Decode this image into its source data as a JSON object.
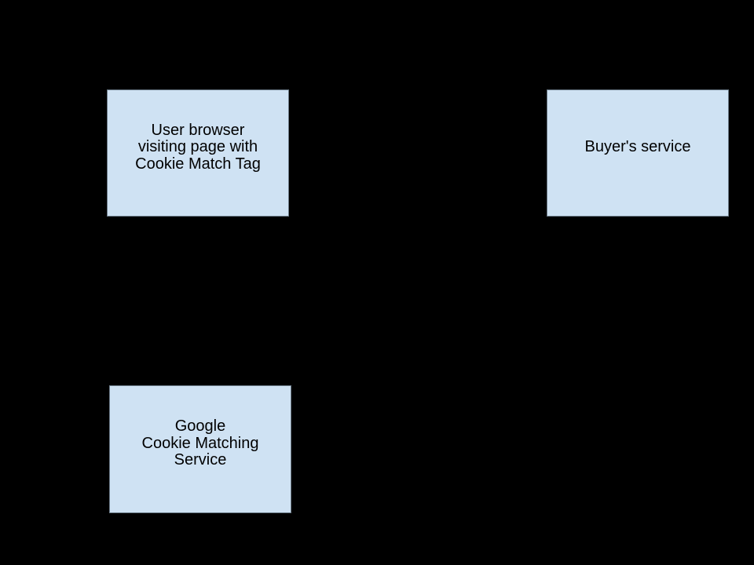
{
  "canvas": {
    "background_color": "#000000"
  },
  "diagram": {
    "description_colors": {
      "node_fill": "#cfe2f3",
      "node_border": "#6b7a87",
      "node_text": "#000000"
    },
    "boxes": [
      {
        "id": "user-browser",
        "fill": "#cfe2f3",
        "border": "#6b7a87",
        "lines": [
          "User browser",
          "visiting page with",
          "Cookie Match Tag"
        ]
      },
      {
        "id": "buyers-service",
        "fill": "#cfe2f3",
        "border": "#6b7a87",
        "lines": [
          "Buyer's service"
        ]
      },
      {
        "id": "google-cookie-matching-service",
        "fill": "#cfe2f3",
        "border": "#6b7a87",
        "lines": [
          "Google",
          "Cookie Matching",
          "Service"
        ]
      }
    ]
  }
}
